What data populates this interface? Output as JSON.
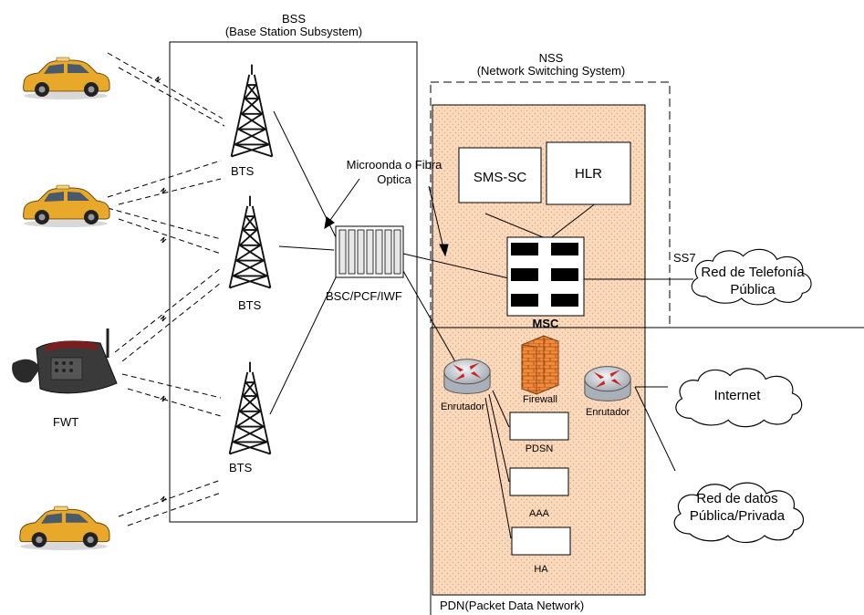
{
  "colors": {
    "nss_fill": "#fad9bc",
    "car_body": "#e8a82a",
    "tower": "#111111",
    "firewall": "#e8782a",
    "router": "#c9ced6",
    "router_arrow": "#cc2222"
  },
  "bss": {
    "title": "BSS",
    "subtitle": "(Base Station Subsystem)"
  },
  "nss": {
    "title": "NSS",
    "subtitle": "(Network Switching System)"
  },
  "towers": {
    "bts_1": "BTS",
    "bts_2": "BTS",
    "bts_3": "BTS"
  },
  "link_label": {
    "line1": "Microonda o Fibra",
    "line2": "Optica"
  },
  "bsc_label": "BSC/PCF/IWF",
  "boxes": {
    "sms": "SMS-SC",
    "hlr": "HLR",
    "pdsn": "PDSN",
    "aaa": "AAA",
    "ha": "HA"
  },
  "msc_label": "MSC",
  "ss7_label": "SS7",
  "router_left": "Enrutador",
  "router_right": "Enrutador",
  "firewall_label": "Firewall",
  "fwt_label": "FWT",
  "clouds": {
    "pstn_line1": "Red de Telefonía",
    "pstn_line2": "Pública",
    "internet": "Internet",
    "data_line1": "Red de datos",
    "data_line2": "Pública/Privada"
  },
  "pdn_label": "PDN(Packet Data Network)",
  "icons": [
    "car-icon",
    "tower-icon",
    "phone-icon",
    "bsc-rack-icon",
    "msc-switch-icon",
    "router-icon",
    "firewall-icon",
    "cloud-icon"
  ]
}
